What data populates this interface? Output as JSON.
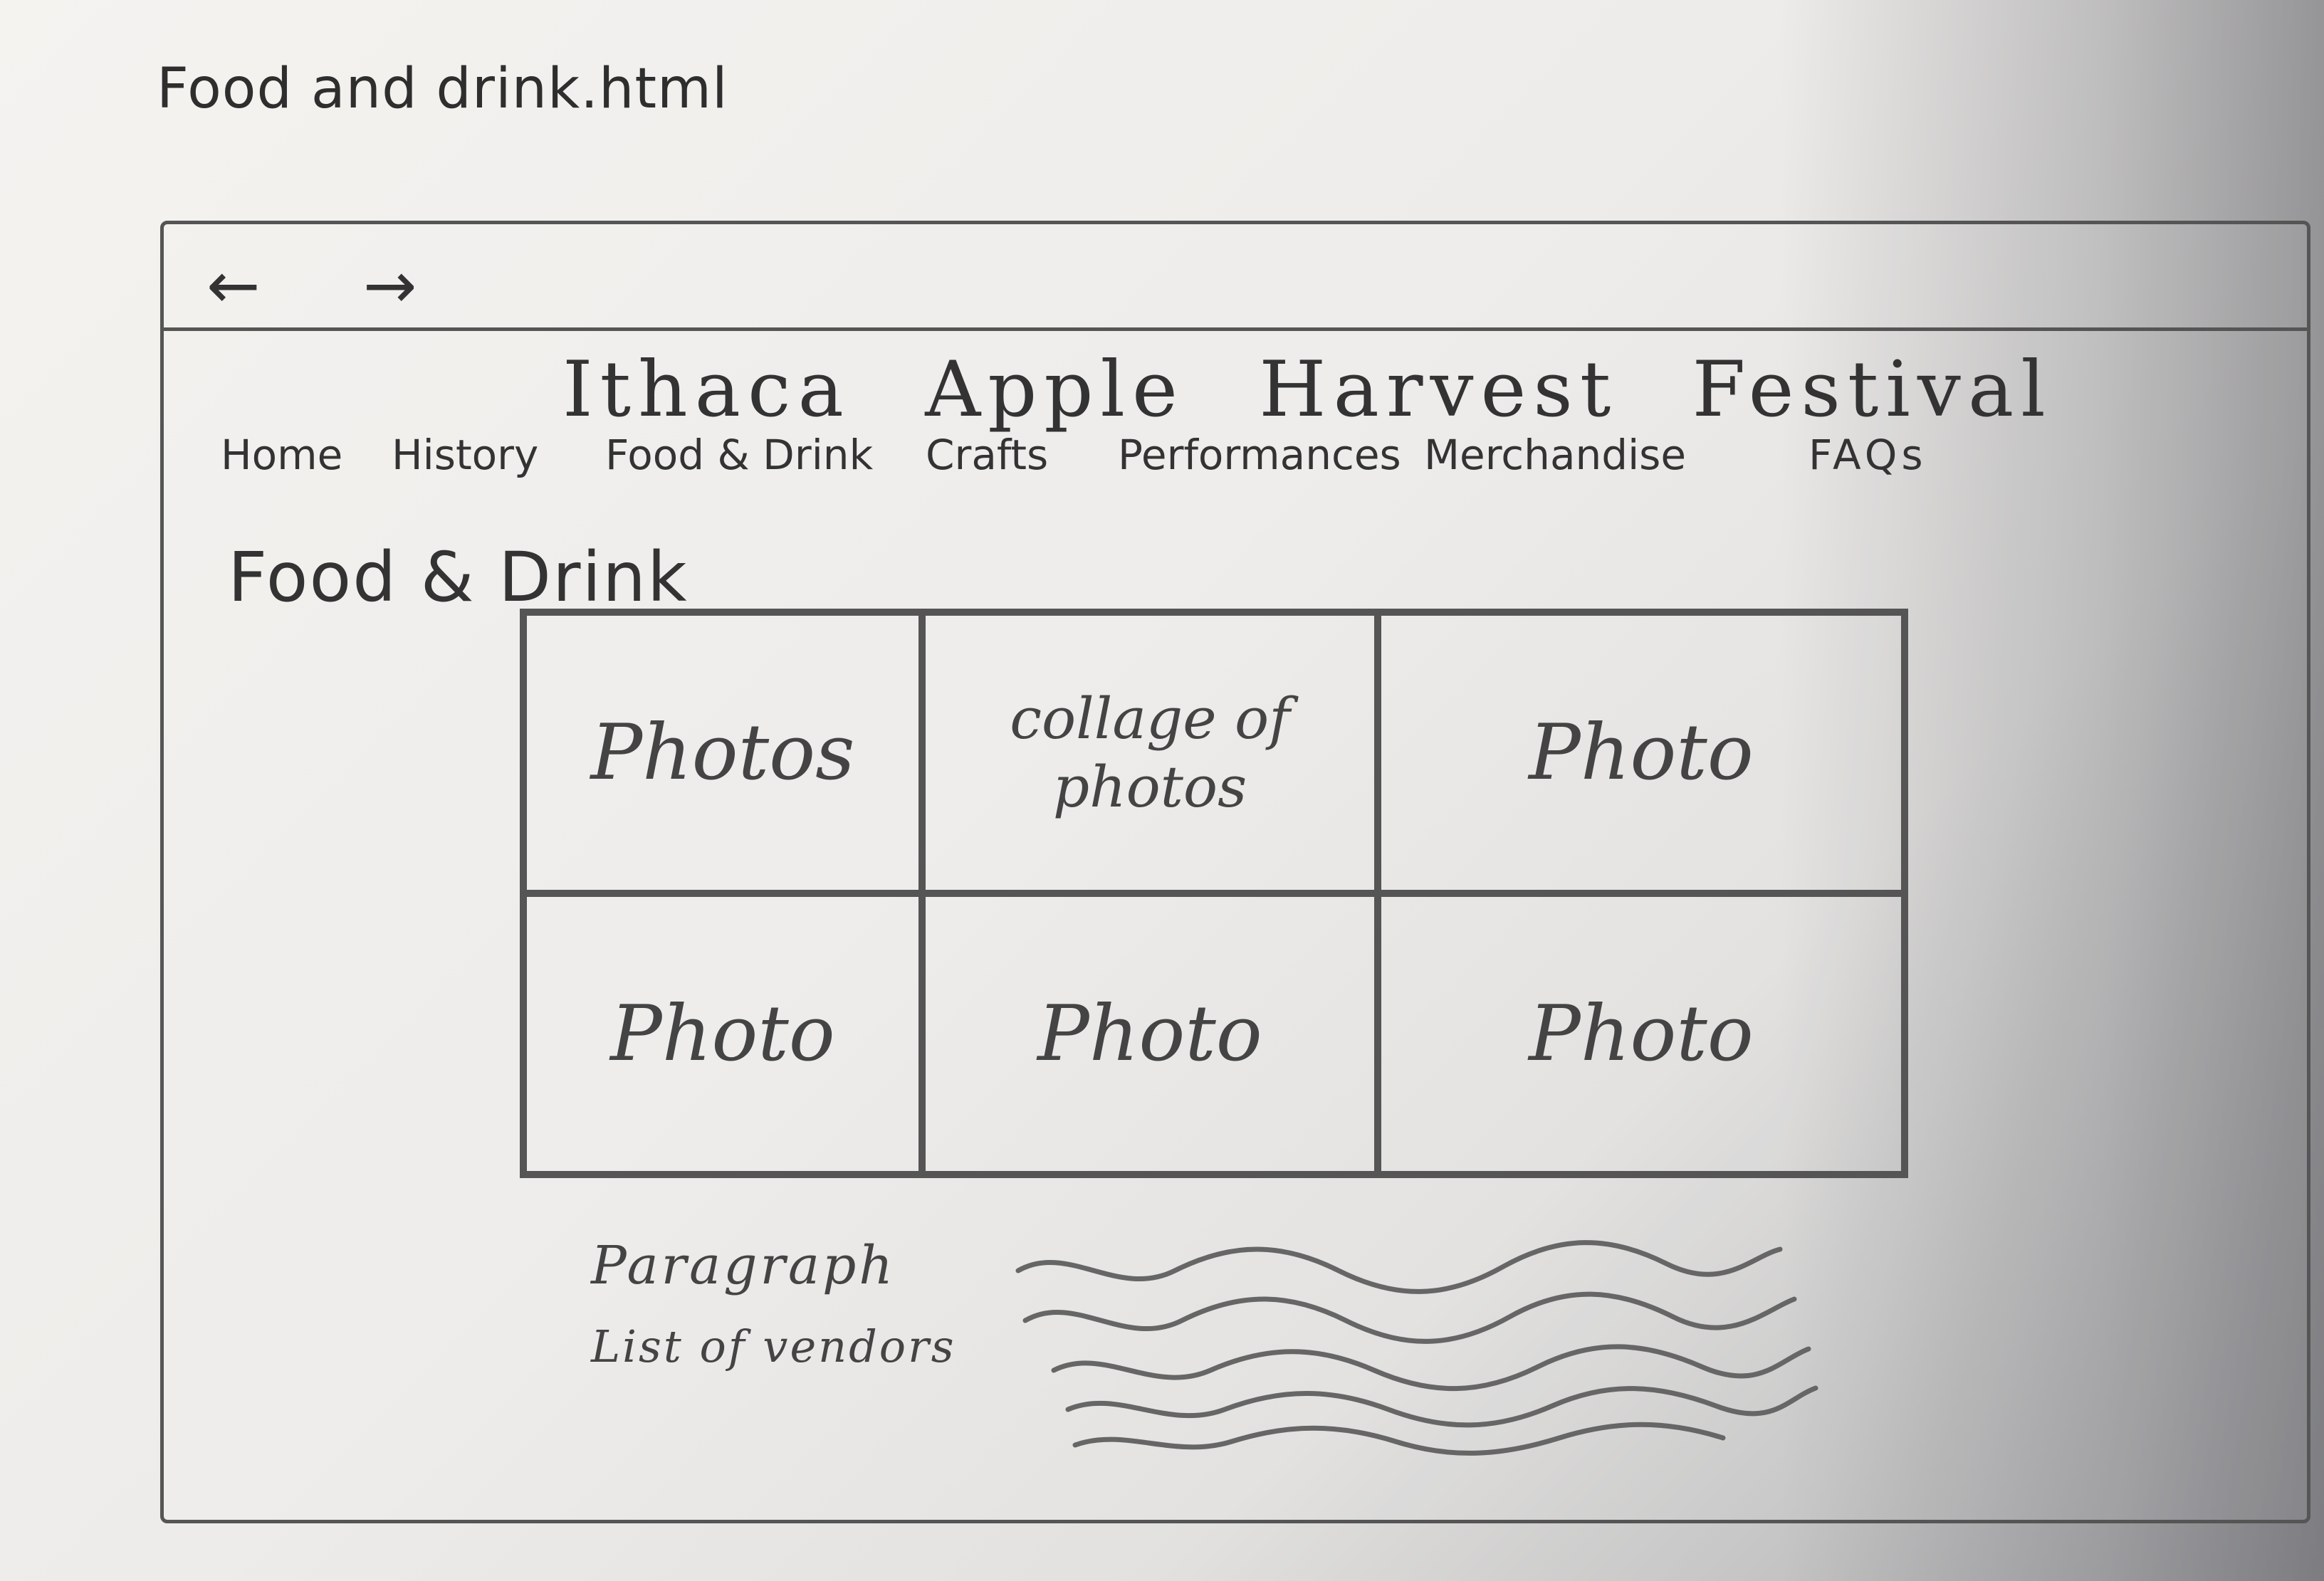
{
  "file_title": "Food and drink.html",
  "browser": {
    "back_arrow": "←",
    "forward_arrow": "→"
  },
  "site": {
    "title": "Ithaca Apple Harvest Festival",
    "nav": [
      "Home",
      "History",
      "Food & Drink",
      "Crafts",
      "Performances",
      "Merchandise",
      "FAQs"
    ]
  },
  "page": {
    "heading": "Food & Drink",
    "collage": {
      "cells": [
        "Photos",
        "collage of photos",
        "Photo",
        "Photo",
        "Photo",
        "Photo"
      ]
    },
    "paragraph_label": "Paragraph",
    "vendors_label": "List of vendors"
  },
  "colors": {
    "pencil": "#555555",
    "paper": "#f4f3f0"
  }
}
